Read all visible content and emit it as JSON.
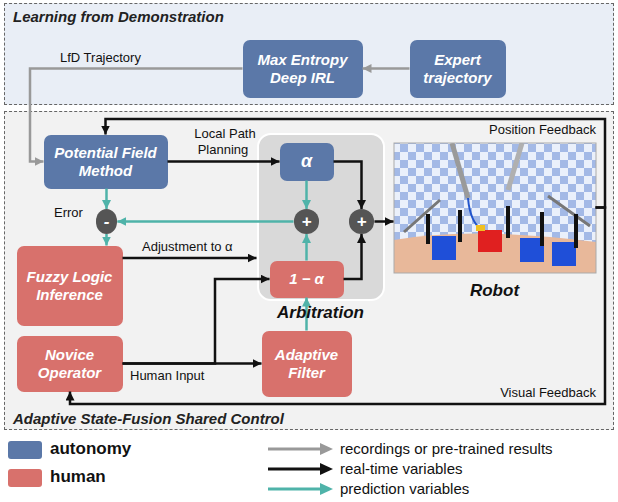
{
  "diagram": {
    "nodes": [
      {
        "text": [
          "Learning from Demonstration"
        ]
      },
      {
        "text": [
          "Max Entropy Deep IRL"
        ],
        "in": 0
      },
      {
        "text": [
          "Expert trajectory"
        ],
        "in": 0
      },
      {
        "text": [
          "Adaptive State-Fusion Shared Control"
        ]
      },
      {
        "text": [
          "Potential Field Method"
        ],
        "in": 3
      },
      {
        "text": [
          "Arbitration"
        ],
        "in": 3
      },
      {
        "text": [
          "α"
        ],
        "in": 5
      },
      {
        "text": [
          "+"
        ],
        "in": 5
      },
      {
        "text": [
          "1 − α"
        ],
        "in": 5
      },
      {
        "text": [
          "-"
        ],
        "in": 3
      },
      {
        "text": [
          "+"
        ],
        "in": 3
      },
      {
        "text": [
          "Robot"
        ],
        "in": 3
      },
      {
        "text": [
          "Fuzzy Logic Inference"
        ],
        "in": 3
      },
      {
        "text": [
          "Novice Operator"
        ],
        "in": 3
      },
      {
        "text": [
          "Adaptive Filter"
        ],
        "in": 3
      }
    ],
    "edges": [
      {
        "from": 2,
        "to": 1,
        "arrow": "to"
      },
      {
        "from": 1,
        "to": 4,
        "label": "LfD Trajectory",
        "arrow": "to"
      },
      {
        "from": 4,
        "to": 6,
        "label": "Local Path Planning",
        "arrow": "to"
      },
      {
        "from": 4,
        "to": 9,
        "arrow": "to"
      },
      {
        "from": 6,
        "to": 7,
        "arrow": "to"
      },
      {
        "from": 8,
        "to": 7,
        "arrow": "to"
      },
      {
        "from": 7,
        "to": 9,
        "arrow": "to"
      },
      {
        "from": 6,
        "to": 10,
        "arrow": "to"
      },
      {
        "from": 8,
        "to": 10,
        "arrow": "to"
      },
      {
        "from": 10,
        "to": 11,
        "arrow": "to"
      },
      {
        "from": 11,
        "to": 4,
        "label": "Position Feedback",
        "arrow": "to"
      },
      {
        "from": 11,
        "to": 13,
        "label": "Visual Feedback",
        "arrow": "to"
      },
      {
        "from": 9,
        "to": 12,
        "label": "Error",
        "arrow": "to"
      },
      {
        "from": 12,
        "to": 5,
        "label": "Adjustment to α",
        "arrow": "to"
      },
      {
        "from": 13,
        "to": 14,
        "label": "Human Input",
        "arrow": "to"
      },
      {
        "from": 13,
        "to": 8,
        "arrow": "to"
      },
      {
        "from": 14,
        "to": 8,
        "arrow": "to"
      }
    ],
    "legend": [
      {
        "text": "autonomy",
        "color": "#5b78a8"
      },
      {
        "text": "human",
        "color": "#d8716c"
      },
      {
        "text": "recordings or pre-trained results"
      },
      {
        "text": "real-time variables"
      },
      {
        "text": "prediction variables"
      }
    ]
  }
}
